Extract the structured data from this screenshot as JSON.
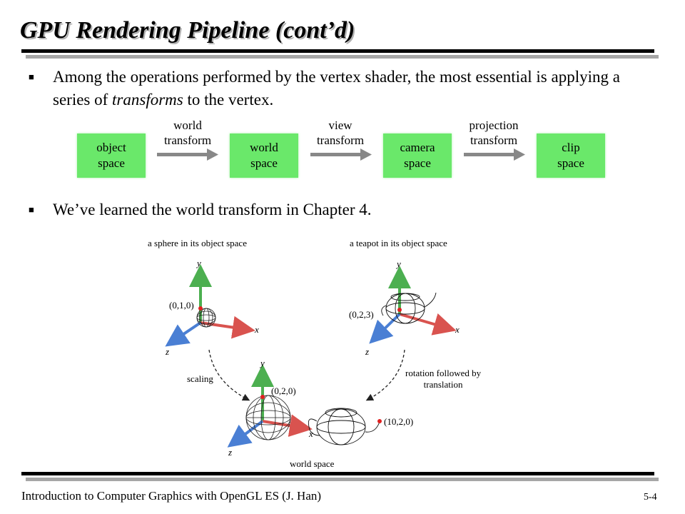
{
  "slide": {
    "title": "GPU Rendering Pipeline (cont’d)",
    "bullet1": {
      "pre": "Among the operations performed by the vertex shader, the most essential is applying a series of ",
      "em": "transforms",
      "post": " to the vertex."
    },
    "bullet2": "We’ve learned the world transform in Chapter 4.",
    "footer": "Introduction to Computer Graphics with OpenGL ES (J. Han)",
    "page_number": "5-4"
  },
  "pipeline": {
    "boxes": [
      "object\nspace",
      "world\nspace",
      "camera\nspace",
      "clip\nspace"
    ],
    "arrows": [
      "world\ntransform",
      "view\ntransform",
      "projection\ntransform"
    ],
    "box_color": "#6ae86a",
    "arrow_color": "#888888"
  },
  "figure": {
    "sphere_caption": "a sphere in its object space",
    "teapot_caption": "a teapot in its object space",
    "sphere_coord": "(0,1,0)",
    "teapot_coord": "(0,2,3)",
    "world_sphere_coord": "(0,2,0)",
    "world_teapot_coord": "(10,2,0)",
    "scaling_label": "scaling",
    "rotation_label": "rotation followed by\ntranslation",
    "world_caption": "world space",
    "axis_x": "x",
    "axis_y": "y",
    "axis_z": "z",
    "colors": {
      "x_axis": "#d9534f",
      "y_axis": "#4caf50",
      "z_axis": "#4a7fd4",
      "point": "#e02020"
    }
  }
}
